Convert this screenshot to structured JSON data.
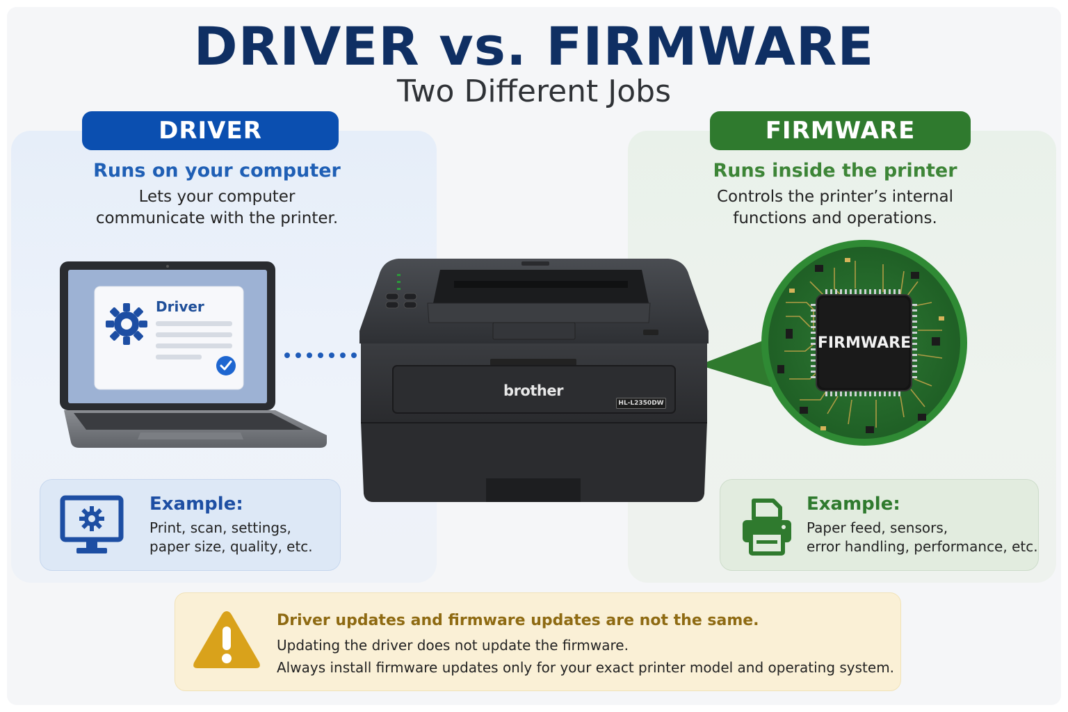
{
  "header": {
    "title": "DRIVER vs. FIRMWARE",
    "subtitle": "Two Different Jobs"
  },
  "driver": {
    "badge": "DRIVER",
    "heading": "Runs on your computer",
    "desc_line1": "Lets your computer",
    "desc_line2": "communicate with the printer.",
    "screen_label": "Driver",
    "example_title": "Example:",
    "example_line1": "Print, scan, settings,",
    "example_line2": "paper size, quality, etc.",
    "color": "#0b4fb0"
  },
  "firmware": {
    "badge": "FIRMWARE",
    "heading": "Runs inside the printer",
    "desc_line1": "Controls the printer’s internal",
    "desc_line2": "functions and operations.",
    "chip_label": "FIRMWARE",
    "example_title": "Example:",
    "example_line1": "Paper feed, sensors,",
    "example_line2": "error handling, performance, etc.",
    "color": "#2f7a2e"
  },
  "printer": {
    "brand": "brother",
    "model": "HL-L2350DW"
  },
  "warning": {
    "title": "Driver updates and firmware updates are not the same.",
    "line1": "Updating the driver does not update the firmware.",
    "line2": "Always install firmware updates only for your exact printer model and operating system.",
    "color": "#d9a21b"
  },
  "icons": [
    "gear-icon",
    "checkmark-icon",
    "monitor-settings-icon",
    "printer-icon",
    "warning-icon"
  ]
}
